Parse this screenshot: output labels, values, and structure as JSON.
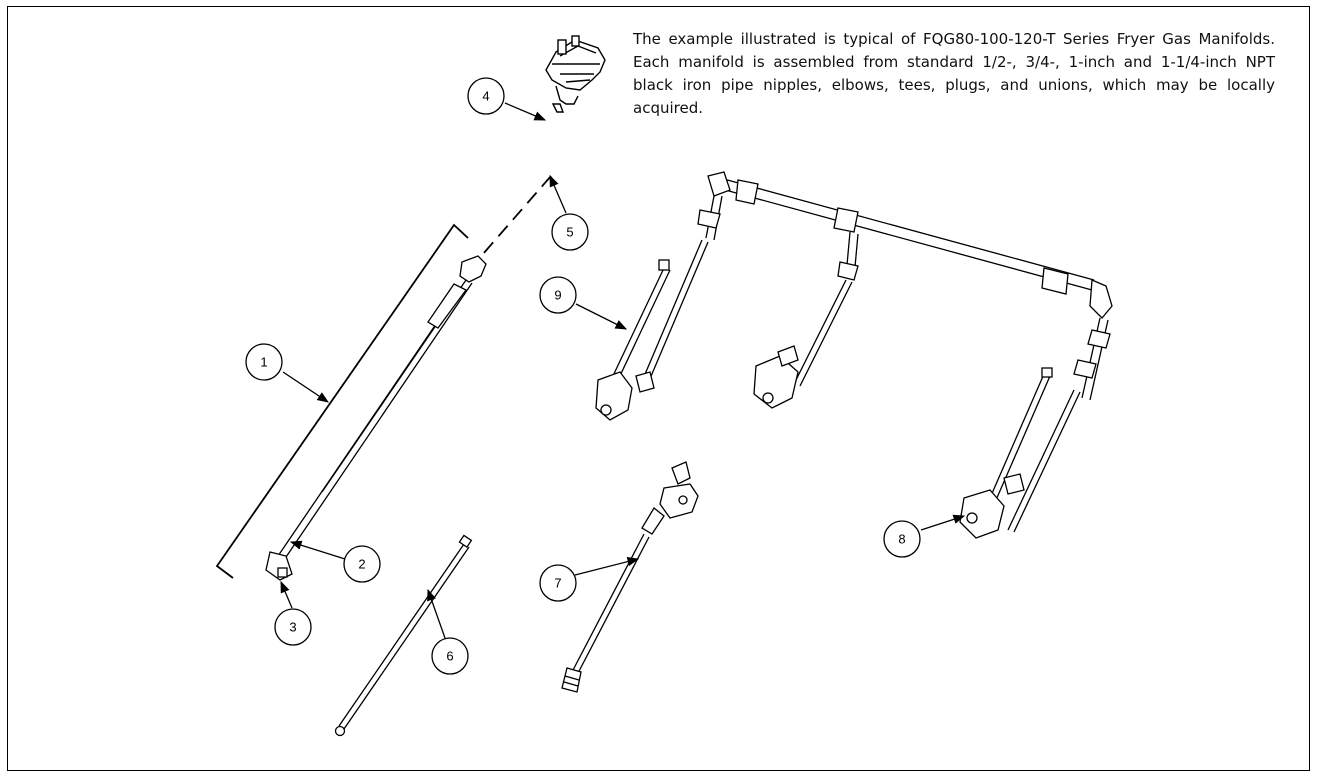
{
  "caption": "The example illustrated is typical of FQG80-100-120-T Series Fryer Gas Manifolds. Each manifold is assembled from standard 1/2-, 3/4-, 1-inch and 1-1/4-inch NPT black iron pipe nipples, elbows, tees, plugs, and unions, which may be locally acquired.",
  "callouts": {
    "c1": "1",
    "c2": "2",
    "c3": "3",
    "c4": "4",
    "c5": "5",
    "c6": "6",
    "c7": "7",
    "c8": "8",
    "c9": "9"
  }
}
